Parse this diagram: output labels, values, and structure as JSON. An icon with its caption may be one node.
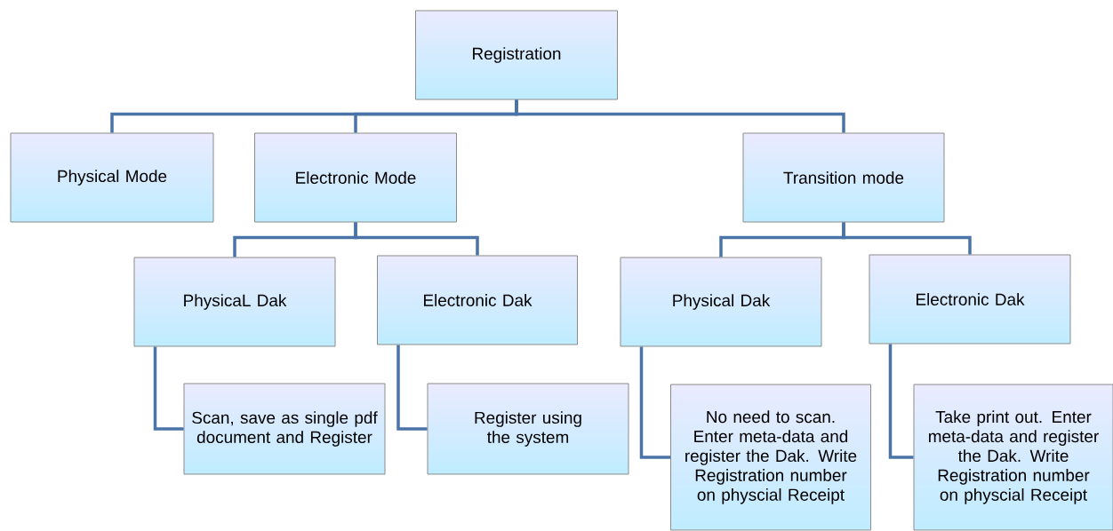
{
  "diagram": {
    "nodes": [
      {
        "text": [
          "Registration"
        ]
      },
      {
        "text": [
          "Physical Mode"
        ]
      },
      {
        "text": [
          "Electronic Mode"
        ]
      },
      {
        "text": [
          "Transition mode"
        ]
      },
      {
        "text": [
          "PhysicaL Dak"
        ]
      },
      {
        "text": [
          "Electronic Dak"
        ]
      },
      {
        "text": [
          "Physical Dak"
        ]
      },
      {
        "text": [
          "Electronic Dak"
        ]
      },
      {
        "text": [
          "Scan, save as single pdf document and Register"
        ]
      },
      {
        "text": [
          "Register using the system"
        ]
      },
      {
        "text": [
          "No need to scan. Enter meta-data and register the Dak. Write Registration number on physcial Receipt"
        ]
      },
      {
        "text": [
          "Take print out. Enter meta-data and register the Dak. Write Registration number on physcial Receipt"
        ]
      }
    ],
    "edges": [
      {
        "from": 0,
        "to": 1,
        "arrow": "none"
      },
      {
        "from": 0,
        "to": 2,
        "arrow": "none"
      },
      {
        "from": 0,
        "to": 3,
        "arrow": "none"
      },
      {
        "from": 2,
        "to": 4,
        "arrow": "none"
      },
      {
        "from": 2,
        "to": 5,
        "arrow": "none"
      },
      {
        "from": 3,
        "to": 6,
        "arrow": "none"
      },
      {
        "from": 3,
        "to": 7,
        "arrow": "none"
      },
      {
        "from": 4,
        "to": 8,
        "arrow": "none"
      },
      {
        "from": 5,
        "to": 9,
        "arrow": "none"
      },
      {
        "from": 6,
        "to": 10,
        "arrow": "none"
      },
      {
        "from": 7,
        "to": 11,
        "arrow": "none"
      }
    ]
  }
}
